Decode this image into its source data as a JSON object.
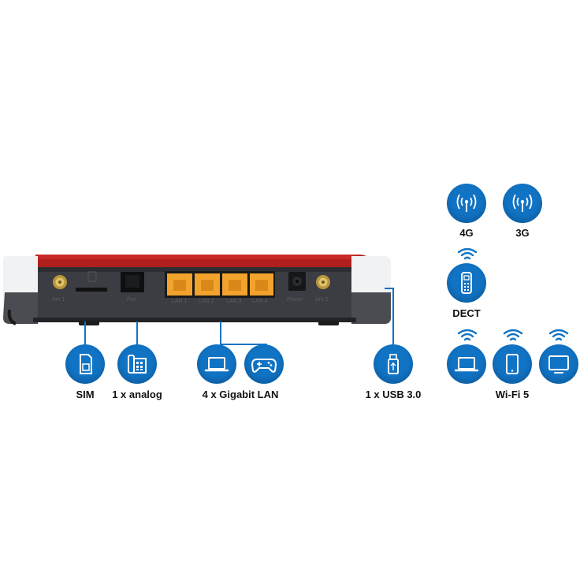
{
  "router": {
    "port_labels": [
      "Ant 1",
      "Fon",
      "LAN 1",
      "LAN 2",
      "LAN 3",
      "LAN 4",
      "Power",
      "Ant 2"
    ]
  },
  "features": {
    "sim": "SIM",
    "analog": "1 x analog",
    "lan": "4 x Gigabit LAN",
    "usb": "1 x USB 3.0",
    "g4": "4G",
    "g3": "3G",
    "dect": "DECT",
    "wifi": "Wi-Fi 5"
  },
  "colors": {
    "accent_blue": "#1173c4",
    "router_red": "#b01e1e",
    "router_body": "#3b3d42",
    "lan_port": "#f2a32c"
  },
  "icons": [
    "sim-card-icon",
    "analog-phone-icon",
    "laptop-icon",
    "gamepad-icon",
    "usb-stick-icon",
    "antenna-icon",
    "dect-phone-icon",
    "tablet-icon",
    "monitor-icon",
    "wifi-waves-icon"
  ]
}
